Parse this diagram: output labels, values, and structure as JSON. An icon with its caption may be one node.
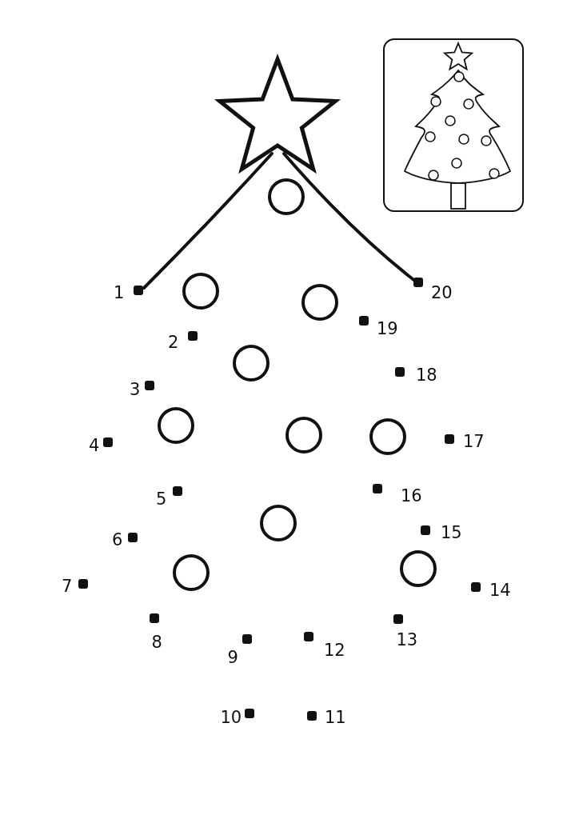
{
  "diagram": {
    "labels": [
      "1",
      "2",
      "3",
      "4",
      "5",
      "6",
      "7",
      "8",
      "9",
      "10",
      "11",
      "12",
      "13",
      "14",
      "15",
      "16",
      "17",
      "18",
      "19",
      "20"
    ]
  }
}
